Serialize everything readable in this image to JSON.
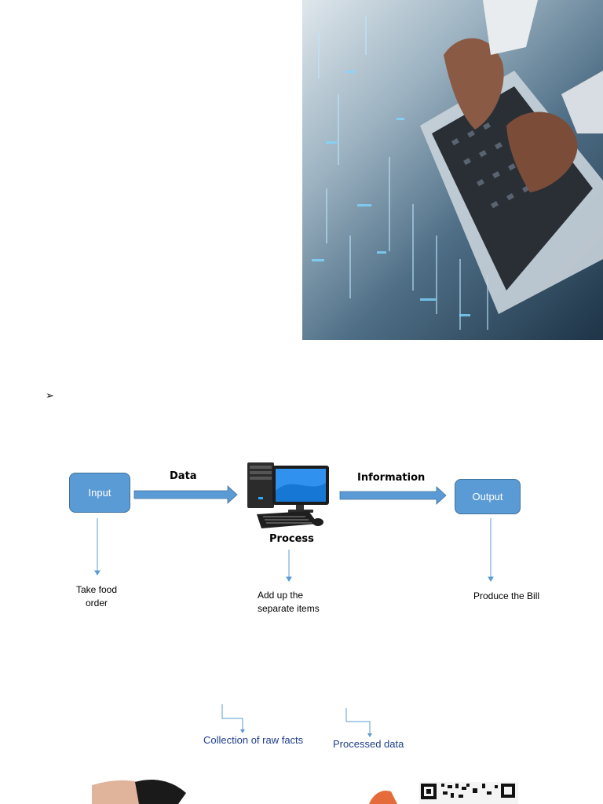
{
  "flow": {
    "bullet": "➢",
    "input_label": "Input",
    "output_label": "Output",
    "data_label": "Data",
    "information_label": "Information",
    "process_label": "Process"
  },
  "captions": {
    "input": [
      "Take food",
      "order"
    ],
    "process": [
      "Add up the",
      "separate items"
    ],
    "output": "Produce the Bill"
  },
  "definitions": {
    "data": "Collection of raw facts",
    "information": "Processed data"
  },
  "colors": {
    "box_fill": "#5b9bd5",
    "box_border": "#41719c",
    "arrow": "#5b9bd5",
    "caption_blue": "#1f3d8a"
  },
  "icons": {
    "photo": "laptop-typing-photo",
    "computer": "desktop-computer-icon",
    "scanner": "barcode-scanner-photo",
    "qr": "qr-code-photo"
  }
}
